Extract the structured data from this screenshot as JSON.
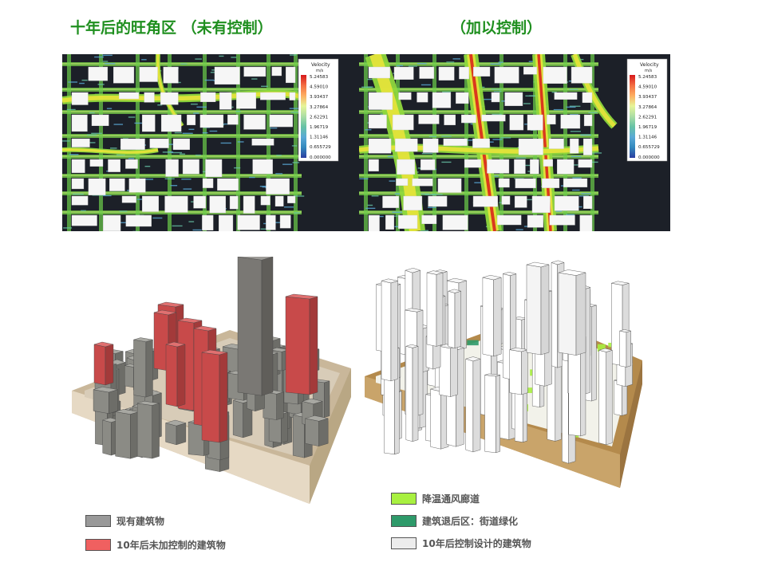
{
  "titles": {
    "left": "十年后的旺角区 （未有控制）",
    "right": "（加以控制）"
  },
  "cfd_legend": {
    "title_line1": "Velocity",
    "title_line2": "m/s",
    "values": [
      "5.24583",
      "4.59010",
      "3.93437",
      "3.27864",
      "2.62291",
      "1.96719",
      "1.31146",
      "0.655729",
      "0.000000"
    ],
    "colors": [
      "#d7191c",
      "#f46d43",
      "#fdae61",
      "#e6f598",
      "#abdda4",
      "#66c2a5",
      "#5aa9d6",
      "#3288bd",
      "#2b3ea0"
    ]
  },
  "legend_left": [
    {
      "label": "现有建筑物",
      "color": "#999999"
    },
    {
      "label": "10年后未加控制的建筑物",
      "color": "#f06060"
    }
  ],
  "legend_right": [
    {
      "label": "降温通风廊道",
      "color": "#a8f040"
    },
    {
      "label": "建筑退后区：街道绿化",
      "color": "#2e9a6a"
    },
    {
      "label": "10年后控制设计的建筑物",
      "color": "#ececec"
    }
  ]
}
